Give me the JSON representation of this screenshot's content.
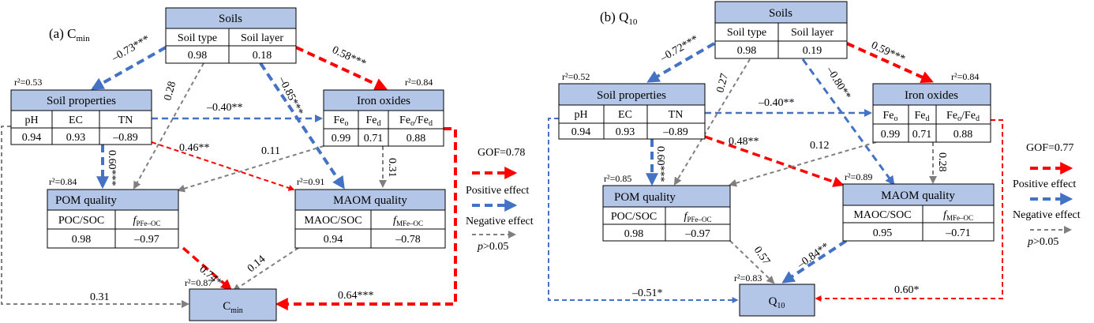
{
  "colors": {
    "positive": "#ff0000",
    "negative": "#4472c4",
    "nonsig": "#7f7f7f",
    "box_header": "#b4c6e7"
  },
  "panels": [
    {
      "label_prefix": "(a) C",
      "label_sub": "min",
      "soils": {
        "title": "Soils",
        "cols": [
          "Soil type",
          "Soil layer"
        ],
        "vals": [
          "0.98",
          "0.18"
        ]
      },
      "soil_props": {
        "r2": "r²=0.53",
        "title": "Soil properties",
        "cols": [
          "pH",
          "EC",
          "TN"
        ],
        "vals": [
          "0.94",
          "0.93",
          "–0.89"
        ]
      },
      "iron": {
        "r2": "r²=0.84",
        "title": "Iron oxides",
        "col1": "Fe",
        "col1_sub": "o",
        "col2": "Fe",
        "col2_sub": "d",
        "col3a": "Fe",
        "col3a_sub": "o",
        "col3b": "/Fe",
        "col3b_sub": "d",
        "vals": [
          "0.99",
          "0.71",
          "0.88"
        ]
      },
      "pom": {
        "r2": "r²=0.84",
        "title": "POM quality",
        "col1": "POC/SOC",
        "col2": "f",
        "col2_sub": "PFe–OC",
        "vals": [
          "0.98",
          "–0.97"
        ]
      },
      "maom": {
        "r2": "r²=0.91",
        "title": "MAOM quality",
        "col1": "MAOC/SOC",
        "col2": "f",
        "col2_sub": "MFe–OC",
        "vals": [
          "0.94",
          "–0.78"
        ]
      },
      "target": {
        "r2": "r²=0.87",
        "main": "C",
        "sub": "min"
      },
      "coefs": {
        "soils_props": "–0.73***",
        "soils_iron": "0.58***",
        "soils_pom": "0.28",
        "soils_maom": "–0.85***",
        "props_iron": "–0.40**",
        "props_pom": "0.60***",
        "props_maom": "0.46**",
        "iron_pom": "0.11",
        "iron_maom": "0.31",
        "pom_target": "0.74*",
        "maom_target": "0.14",
        "props_target": "0.31",
        "iron_target": "0.64***"
      },
      "legend": {
        "gof": "GOF=0.78",
        "positive": "Positive effect",
        "negative": "Negative effect",
        "nonsig_p": "p",
        "nonsig_rest": ">0.05"
      }
    },
    {
      "label_prefix": "(b) Q",
      "label_sub": "10",
      "soils": {
        "title": "Soils",
        "cols": [
          "Soil type",
          "Soil layer"
        ],
        "vals": [
          "0.98",
          "0.19"
        ]
      },
      "soil_props": {
        "r2": "r²=0.52",
        "title": "Soil properties",
        "cols": [
          "pH",
          "EC",
          "TN"
        ],
        "vals": [
          "0.94",
          "0.93",
          "–0.89"
        ]
      },
      "iron": {
        "r2": "r²=0.84",
        "title": "Iron oxides",
        "col1": "Fe",
        "col1_sub": "o",
        "col2": "Fe",
        "col2_sub": "d",
        "col3a": "Fe",
        "col3a_sub": "o",
        "col3b": "/Fe",
        "col3b_sub": "d",
        "vals": [
          "0.99",
          "0.71",
          "0.88"
        ]
      },
      "pom": {
        "r2": "r²=0.85",
        "title": "POM quality",
        "col1": "POC/SOC",
        "col2": "f",
        "col2_sub": "PFe–OC",
        "vals": [
          "0.98",
          "–0.97"
        ]
      },
      "maom": {
        "r2": "r²=0.89",
        "title": "MAOM quality",
        "col1": "MAOC/SOC",
        "col2": "f",
        "col2_sub": "MFe–OC",
        "vals": [
          "0.95",
          "–0.71"
        ]
      },
      "target": {
        "r2": "r²=0.83",
        "main": "Q",
        "sub": "10"
      },
      "coefs": {
        "soils_props": "–0.72***",
        "soils_iron": "0.59***",
        "soils_pom": "0.27",
        "soils_maom": "–0.80**",
        "props_iron": "–0.40**",
        "props_pom": "0.60***",
        "props_maom": "0.48**",
        "iron_pom": "0.12",
        "iron_maom": "0.28",
        "pom_target": "0.57",
        "maom_target": "–0.84**",
        "props_target": "–0.51*",
        "iron_target": "0.60*"
      },
      "legend": {
        "gof": "GOF=0.77",
        "positive": "Positive effect",
        "negative": "Negative effect",
        "nonsig_p": "p",
        "nonsig_rest": ">0.05"
      }
    }
  ]
}
